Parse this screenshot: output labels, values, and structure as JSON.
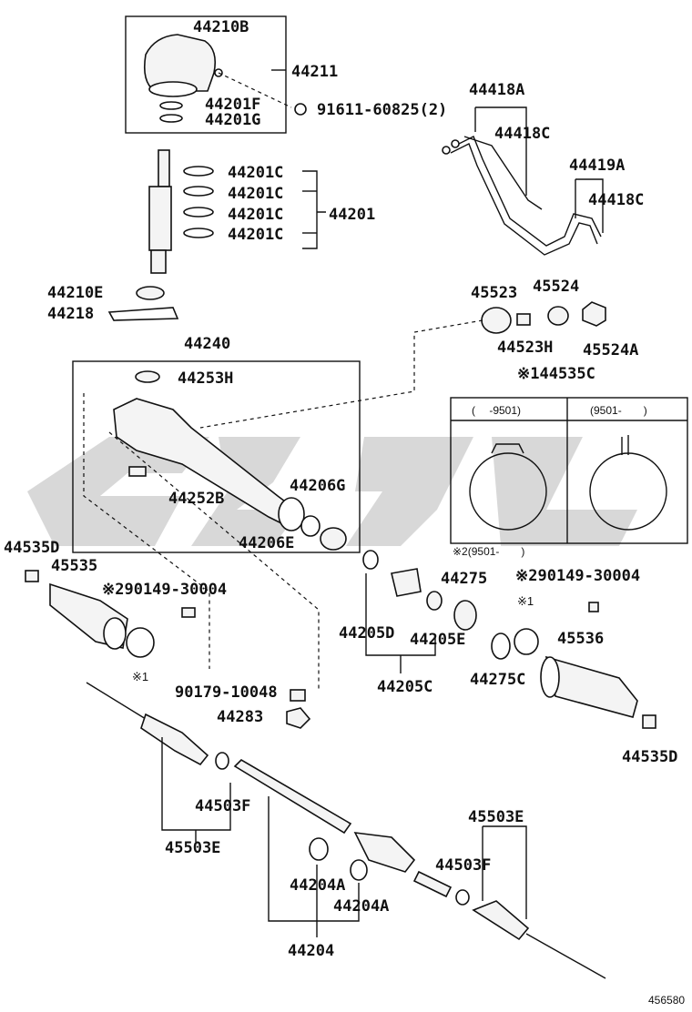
{
  "diagram_id": "456580",
  "callouts": {
    "c44210B": "44210B",
    "c44211": "44211",
    "c44201F": "44201F",
    "c44201G": "44201G",
    "c91611": "91611-60825(2)",
    "c44201C_1": "44201C",
    "c44201C_2": "44201C",
    "c44201C_3": "44201C",
    "c44201C_4": "44201C",
    "c44201": "44201",
    "c44210E": "44210E",
    "c44218": "44218",
    "c44418A": "44418A",
    "c44418C_1": "44418C",
    "c44419A": "44419A",
    "c44418C_2": "44418C",
    "c45523": "45523",
    "c45524": "45524",
    "c44523H": "44523H",
    "c45524A": "45524A",
    "c44240": "44240",
    "c44253H": "44253H",
    "c44535C": "※144535C",
    "c44206G": "44206G",
    "c44252B": "44252B",
    "c44206E": "44206E",
    "c44535D_1": "44535D",
    "c45535": "45535",
    "c90149_1": "※290149-30004",
    "c44275": "44275",
    "c90149_2": "※290149-30004",
    "c44205D": "44205D",
    "c44205E": "44205E",
    "c45536": "45536",
    "c44205C": "44205C",
    "c44275C": "44275C",
    "c90179": "90179-10048",
    "c44283": "44283",
    "c44535D_2": "44535D",
    "c44503F_1": "44503F",
    "c45503E_1": "45503E",
    "c45503E_2": "45503E",
    "c44503F_2": "44503F",
    "c44204A_1": "44204A",
    "c44204A_2": "44204A",
    "c44204": "44204",
    "mark1_a": "※1",
    "mark1_b": "※1"
  },
  "clamp_table": {
    "col1": "(　 -9501)",
    "col2": "(9501-　　)",
    "note": "※2(9501-　　)"
  }
}
